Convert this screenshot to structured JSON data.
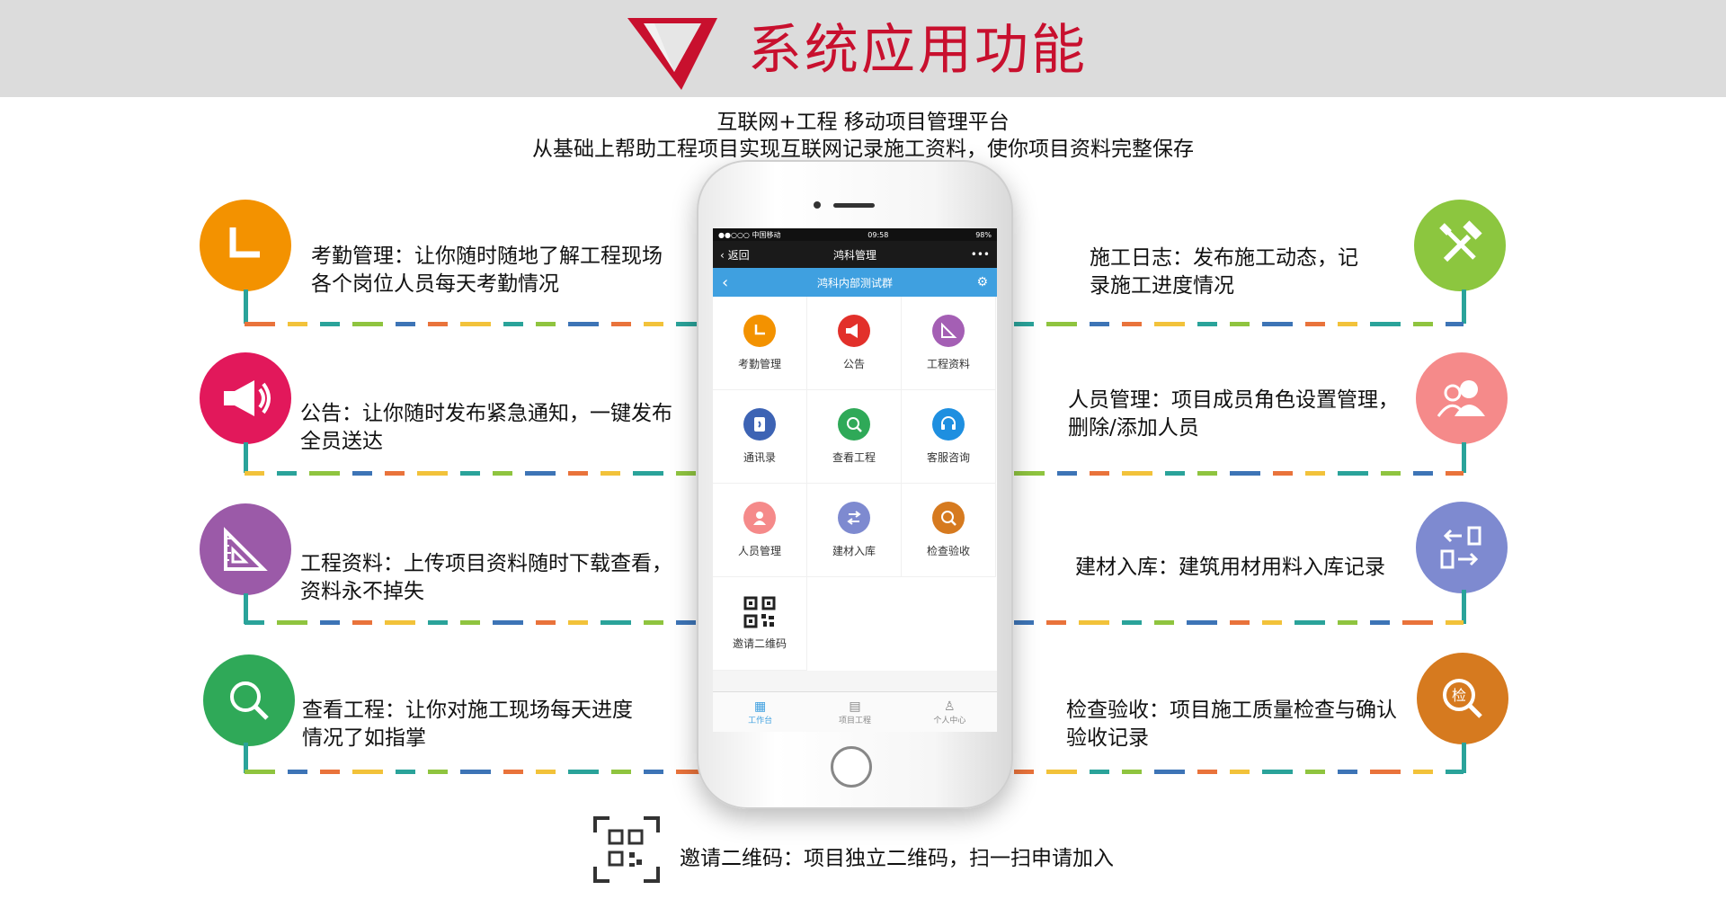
{
  "header": {
    "title": "系统应用功能",
    "subtitle_line1": "互联网+工程  移动项目管理平台",
    "subtitle_line2": "从基础上帮助工程项目实现互联网记录施工资料，使你项目资料完整保存"
  },
  "features_left": [
    {
      "line1": "考勤管理：让你随时随地了解工程现场",
      "line2": "各个岗位人员每天考勤情况",
      "icon": "clock-icon",
      "color": "#f39200"
    },
    {
      "line1": "公告：让你随时发布紧急通知，一键发布",
      "line2": "全员送达",
      "icon": "megaphone-icon",
      "color": "#e2185b"
    },
    {
      "line1": "工程资料：上传项目资料随时下载查看，",
      "line2": "资料永不掉失",
      "icon": "ruler-triangle-icon",
      "color": "#9b5aa8"
    },
    {
      "line1": "查看工程：让你对施工现场每天进度",
      "line2": "情况了如指掌",
      "icon": "magnifier-icon",
      "color": "#2fa958"
    }
  ],
  "features_right": [
    {
      "line1": "施工日志：发布施工动态，记",
      "line2": "录施工进度情况",
      "icon": "hammer-screwdriver-icon",
      "color": "#8cc63f"
    },
    {
      "line1": "人员管理：项目成员角色设置管理，",
      "line2": "删除/添加人员",
      "icon": "users-icon",
      "color": "#f58a8a"
    },
    {
      "line1": "建材入库：建筑用材用料入库记录",
      "line2": "",
      "icon": "transfer-icon",
      "color": "#7e8ad0"
    },
    {
      "line1": "检查验收：项目施工质量检查与确认",
      "line2": "验收记录",
      "icon": "inspect-icon",
      "color": "#d67a1f"
    }
  ],
  "phone": {
    "status": {
      "carrier": "●●○○○ 中国移动 ",
      "time": "09:58",
      "battery": "98%"
    },
    "nav": {
      "back": "返回",
      "title": "鸿科管理",
      "more": "•••"
    },
    "group": {
      "title": "鸿科内部测试群"
    },
    "grid": [
      {
        "label": "考勤管理",
        "color": "#f39200",
        "icon": "clock-icon"
      },
      {
        "label": "公告",
        "color": "#e2302a",
        "icon": "megaphone-icon"
      },
      {
        "label": "工程资料",
        "color": "#a45fb4",
        "icon": "ruler-triangle-icon"
      },
      {
        "label": "通讯录",
        "color": "#3d63b4",
        "icon": "contacts-icon"
      },
      {
        "label": "查看工程",
        "color": "#2fa958",
        "icon": "magnifier-icon"
      },
      {
        "label": "客服咨询",
        "color": "#1e8fe0",
        "icon": "headset-icon"
      },
      {
        "label": "人员管理",
        "color": "#f58a8a",
        "icon": "users-icon"
      },
      {
        "label": "建材入库",
        "color": "#7e8ad0",
        "icon": "transfer-icon"
      },
      {
        "label": "检查验收",
        "color": "#d67a1f",
        "icon": "inspect-icon"
      }
    ],
    "qr_cell": {
      "label": "邀请二维码",
      "icon": "qr-code-icon"
    },
    "tabs": [
      {
        "label": "工作台",
        "icon": "grid-icon"
      },
      {
        "label": "项目工程",
        "icon": "document-icon"
      },
      {
        "label": "个人中心",
        "icon": "person-icon"
      }
    ]
  },
  "bottom": {
    "text": "邀请二维码：项目独立二维码，扫一扫申请加入",
    "icon": "qr-scan-icon"
  },
  "colors": {
    "title_red": "#c8102e",
    "dash_palette": [
      "#e9733b",
      "#f2c23a",
      "#2aa39a",
      "#8fc43f",
      "#3d74b6"
    ]
  }
}
